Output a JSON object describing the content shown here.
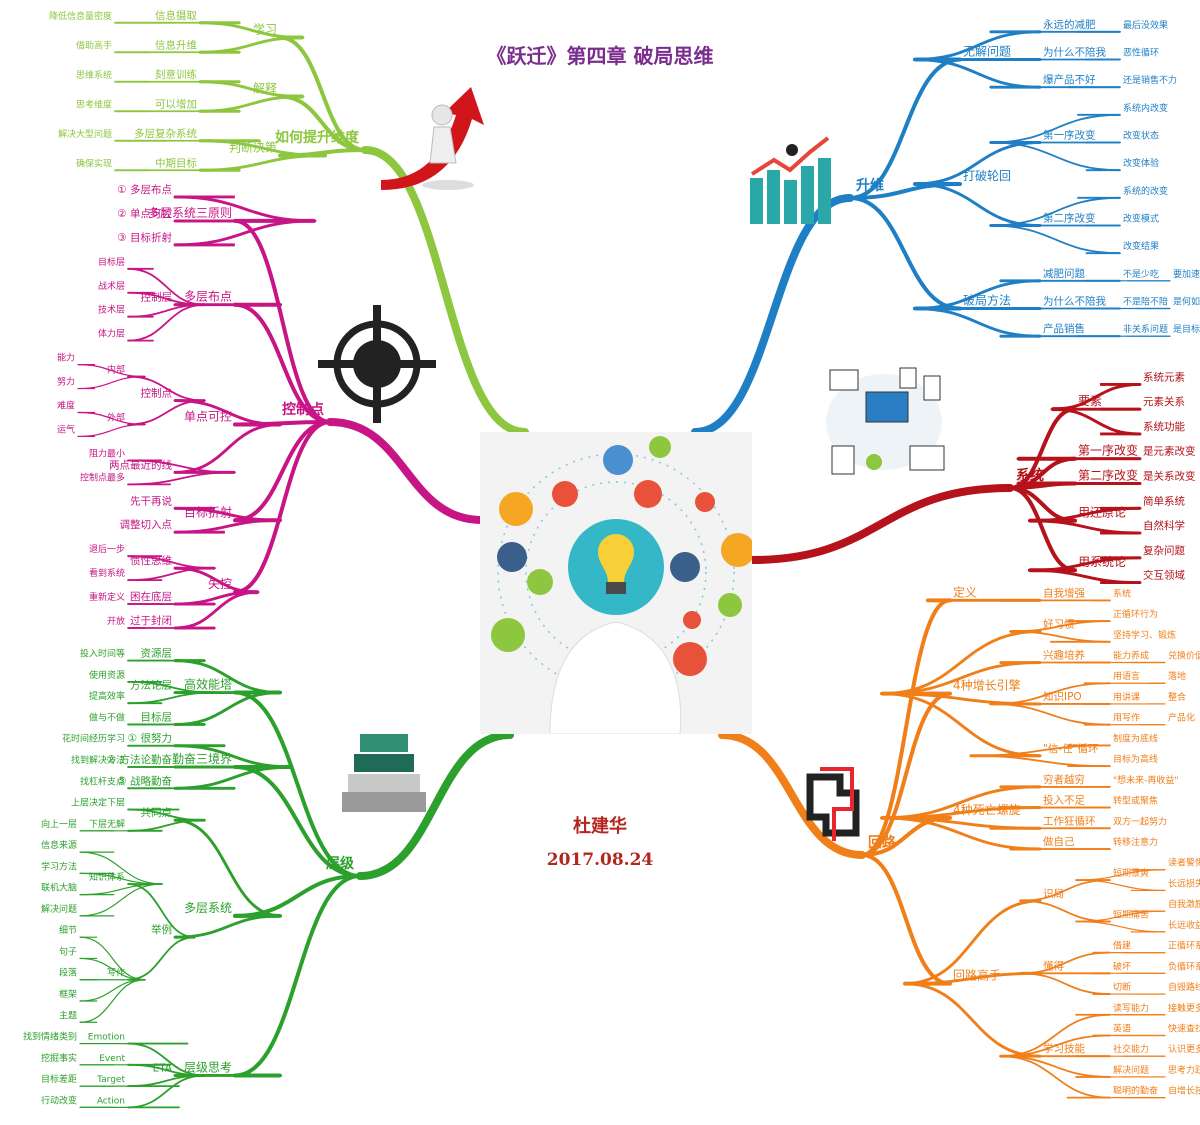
{
  "title": "《跃迁》第四章 破局思维",
  "author": "杜建华",
  "date": "2017.08.24",
  "icons": [
    "lightbulb-icon",
    "target-crosshair-icon",
    "growth-arrow-icon",
    "bar-chart-icon",
    "network-devices-icon",
    "layers-stack-icon",
    "loop-pipe-icon"
  ],
  "branches": [
    {
      "label": "如何提升维度",
      "color": "#8dc63f",
      "children": [
        {
          "label": "学习",
          "children": [
            {
              "label": "信息摄取",
              "children": [
                {
                  "label": "降低信息量密度"
                }
              ]
            },
            {
              "label": "信息升维",
              "children": [
                {
                  "label": "借助高手"
                }
              ]
            }
          ]
        },
        {
          "label": "解释",
          "children": [
            {
              "label": "刻意训练",
              "children": [
                {
                  "label": "思维系统"
                }
              ]
            },
            {
              "label": "可以增加",
              "children": [
                {
                  "label": "思考维度"
                }
              ]
            }
          ]
        },
        {
          "label": "判断决策",
          "children": [
            {
              "label": "多层复杂系统",
              "children": [
                {
                  "label": "解决大型问题"
                }
              ]
            },
            {
              "label": "中期目标",
              "children": [
                {
                  "label": "确保实现"
                }
              ]
            }
          ]
        }
      ]
    },
    {
      "label": "控制点",
      "color": "#c71585",
      "children": [
        {
          "label": "多层系统三原则",
          "children": [
            {
              "label": "① 多层布点"
            },
            {
              "label": "② 单点可控"
            },
            {
              "label": "③ 目标折射"
            }
          ]
        },
        {
          "label": "多层布点",
          "children": [
            {
              "label": "控制层",
              "children": [
                {
                  "label": "目标层"
                },
                {
                  "label": "战术层"
                },
                {
                  "label": "技术层"
                },
                {
                  "label": "体力层"
                }
              ]
            }
          ]
        },
        {
          "label": "单点可控",
          "children": [
            {
              "label": "控制点",
              "children": [
                {
                  "label": "内部",
                  "children": [
                    {
                      "label": "能力"
                    },
                    {
                      "label": "努力"
                    }
                  ]
                },
                {
                  "label": "外部",
                  "children": [
                    {
                      "label": "难度"
                    },
                    {
                      "label": "运气"
                    }
                  ]
                }
              ]
            },
            {
              "label": "两点最近的线",
              "children": [
                {
                  "label": "阻力最小"
                },
                {
                  "label": "控制点最多"
                }
              ]
            }
          ]
        },
        {
          "label": "目标折射",
          "children": [
            {
              "label": "先干再说"
            },
            {
              "label": "调整切入点"
            }
          ]
        },
        {
          "label": "失控",
          "children": [
            {
              "label": "惯性思维",
              "children": [
                {
                  "label": "退后一步"
                },
                {
                  "label": "看到系统"
                }
              ]
            },
            {
              "label": "困在底层",
              "children": [
                {
                  "label": "重新定义"
                }
              ]
            },
            {
              "label": "过于封闭",
              "children": [
                {
                  "label": "开放"
                }
              ]
            }
          ]
        }
      ]
    },
    {
      "label": "层级",
      "color": "#2ca02c",
      "children": [
        {
          "label": "高效能塔",
          "children": [
            {
              "label": "资源层",
              "children": [
                {
                  "label": "投入时间等"
                }
              ]
            },
            {
              "label": "方法论层",
              "children": [
                {
                  "label": "使用资源"
                },
                {
                  "label": "提高效率"
                }
              ]
            },
            {
              "label": "目标层",
              "children": [
                {
                  "label": "做与不做"
                }
              ]
            }
          ]
        },
        {
          "label": "勤奋三境界",
          "children": [
            {
              "label": "① 很努力",
              "children": [
                {
                  "label": "花时间经历学习"
                }
              ]
            },
            {
              "label": "② 方法论勤奋",
              "children": [
                {
                  "label": "找到解决方法"
                }
              ]
            },
            {
              "label": "③ 战略勤奋",
              "children": [
                {
                  "label": "找杠杆支点"
                }
              ]
            }
          ]
        },
        {
          "label": "多层系统",
          "children": [
            {
              "label": "共同点",
              "children": [
                {
                  "label": "上层决定下层"
                },
                {
                  "label": "下层无解",
                  "children": [
                    {
                      "label": "向上一层"
                    }
                  ]
                }
              ]
            },
            {
              "label": "举例",
              "children": [
                {
                  "label": "知识体系",
                  "children": [
                    {
                      "label": "信息来源"
                    },
                    {
                      "label": "学习方法"
                    },
                    {
                      "label": "联机大脑"
                    },
                    {
                      "label": "解决问题"
                    }
                  ]
                },
                {
                  "label": "写作",
                  "children": [
                    {
                      "label": "细节"
                    },
                    {
                      "label": "句子"
                    },
                    {
                      "label": "段落"
                    },
                    {
                      "label": "框架"
                    },
                    {
                      "label": "主题"
                    }
                  ]
                }
              ]
            }
          ]
        },
        {
          "label": "层级思考",
          "children": [
            {
              "label": "ETA",
              "children": [
                {
                  "label": "Emotion",
                  "children": [
                    {
                      "label": "找到情绪类别"
                    }
                  ]
                },
                {
                  "label": "Event",
                  "children": [
                    {
                      "label": "挖掘事实"
                    }
                  ]
                },
                {
                  "label": "Target",
                  "children": [
                    {
                      "label": "目标差距"
                    }
                  ]
                },
                {
                  "label": "Action",
                  "children": [
                    {
                      "label": "行动改变"
                    }
                  ]
                }
              ]
            }
          ]
        }
      ]
    },
    {
      "label": "升维",
      "color": "#1f7fc4",
      "children": [
        {
          "label": "无解问题",
          "children": [
            {
              "label": "永远的减肥",
              "children": [
                {
                  "label": "最后没效果"
                }
              ]
            },
            {
              "label": "为什么不陪我",
              "children": [
                {
                  "label": "恶性循环"
                }
              ]
            },
            {
              "label": "爆产品不好",
              "children": [
                {
                  "label": "还是销售不力"
                }
              ]
            }
          ]
        },
        {
          "label": "打破轮回",
          "children": [
            {
              "label": "第一序改变",
              "children": [
                {
                  "label": "系统内改变"
                },
                {
                  "label": "改变状态"
                },
                {
                  "label": "改变体验"
                }
              ]
            },
            {
              "label": "第二序改变",
              "children": [
                {
                  "label": "系统的改变"
                },
                {
                  "label": "改变模式"
                },
                {
                  "label": "改变结果"
                }
              ]
            }
          ]
        },
        {
          "label": "破局方法",
          "children": [
            {
              "label": "减肥问题",
              "children": [
                {
                  "label": "不是少吃",
                  "children": [
                    {
                      "label": "要加速代谢"
                    }
                  ]
                }
              ]
            },
            {
              "label": "为什么不陪我",
              "children": [
                {
                  "label": "不是陪不陪",
                  "children": [
                    {
                      "label": "是何如陪"
                    }
                  ]
                }
              ]
            },
            {
              "label": "产品销售",
              "children": [
                {
                  "label": "非关系问题",
                  "children": [
                    {
                      "label": "是目标问题"
                    }
                  ]
                }
              ]
            }
          ]
        }
      ]
    },
    {
      "label": "系统",
      "color": "#b5121b",
      "children": [
        {
          "label": "要素",
          "children": [
            {
              "label": "系统元素"
            },
            {
              "label": "元素关系"
            },
            {
              "label": "系统功能"
            }
          ]
        },
        {
          "label": "第一序改变",
          "children": [
            {
              "label": "是元素改变"
            }
          ]
        },
        {
          "label": "第二序改变",
          "children": [
            {
              "label": "是关系改变"
            }
          ]
        },
        {
          "label": "用还原论",
          "children": [
            {
              "label": "简单系统"
            },
            {
              "label": "自然科学"
            }
          ]
        },
        {
          "label": "用系统论",
          "children": [
            {
              "label": "复杂问题"
            },
            {
              "label": "交互领域"
            }
          ]
        }
      ]
    },
    {
      "label": "回路",
      "color": "#f07f1a",
      "children": [
        {
          "label": "定义",
          "children": [
            {
              "label": "自我增强",
              "children": [
                {
                  "label": "系统"
                }
              ]
            }
          ]
        },
        {
          "label": "4种增长引擎",
          "children": [
            {
              "label": "好习惯",
              "children": [
                {
                  "label": "正循环行为"
                },
                {
                  "label": "坚持学习、锻炼"
                }
              ]
            },
            {
              "label": "兴趣培养",
              "children": [
                {
                  "label": "能力养成",
                  "children": [
                    {
                      "label": "兑换价值"
                    }
                  ]
                }
              ]
            },
            {
              "label": "知识IPO",
              "children": [
                {
                  "label": "用语言",
                  "children": [
                    {
                      "label": "落地"
                    }
                  ]
                },
                {
                  "label": "用讲课",
                  "children": [
                    {
                      "label": "整合"
                    }
                  ]
                },
                {
                  "label": "用写作",
                  "children": [
                    {
                      "label": "产品化"
                    }
                  ]
                }
              ]
            },
            {
              "label": "\"信-任\"循环",
              "children": [
                {
                  "label": "制度为底线"
                },
                {
                  "label": "目标为高线"
                }
              ]
            }
          ]
        },
        {
          "label": "4种死亡螺旋",
          "children": [
            {
              "label": "穷者越穷",
              "children": [
                {
                  "label": "\"想未来-再收益\""
                }
              ]
            },
            {
              "label": "投入不足",
              "children": [
                {
                  "label": "转型或聚焦"
                }
              ]
            },
            {
              "label": "工作狂循环",
              "children": [
                {
                  "label": "双方一起努力"
                }
              ]
            },
            {
              "label": "做自己",
              "children": [
                {
                  "label": "转移注意力"
                }
              ]
            }
          ]
        },
        {
          "label": "回路高手",
          "children": [
            {
              "label": "识局",
              "children": [
                {
                  "label": "短期很爽",
                  "children": [
                    {
                      "label": "读者警惕"
                    },
                    {
                      "label": "长远损失"
                    }
                  ]
                },
                {
                  "label": "短期痛苦",
                  "children": [
                    {
                      "label": "自我激励"
                    },
                    {
                      "label": "长远收益"
                    }
                  ]
                }
              ]
            },
            {
              "label": "懂得",
              "children": [
                {
                  "label": "借建",
                  "children": [
                    {
                      "label": "正循环系统"
                    }
                  ]
                },
                {
                  "label": "破坏",
                  "children": [
                    {
                      "label": "负循环系统"
                    }
                  ]
                },
                {
                  "label": "切断",
                  "children": [
                    {
                      "label": "自毁路线"
                    }
                  ]
                }
              ]
            },
            {
              "label": "学习技能",
              "children": [
                {
                  "label": "读写能力",
                  "children": [
                    {
                      "label": "接触更多资料"
                    }
                  ]
                },
                {
                  "label": "英语",
                  "children": [
                    {
                      "label": "快速查找资料"
                    }
                  ]
                },
                {
                  "label": "社交能力",
                  "children": [
                    {
                      "label": "认识更多人"
                    }
                  ]
                },
                {
                  "label": "解决问题",
                  "children": [
                    {
                      "label": "思考力跃迁"
                    }
                  ]
                },
                {
                  "label": "聪明的勤奋",
                  "children": [
                    {
                      "label": "自增长技能"
                    }
                  ]
                }
              ]
            }
          ]
        }
      ]
    }
  ]
}
